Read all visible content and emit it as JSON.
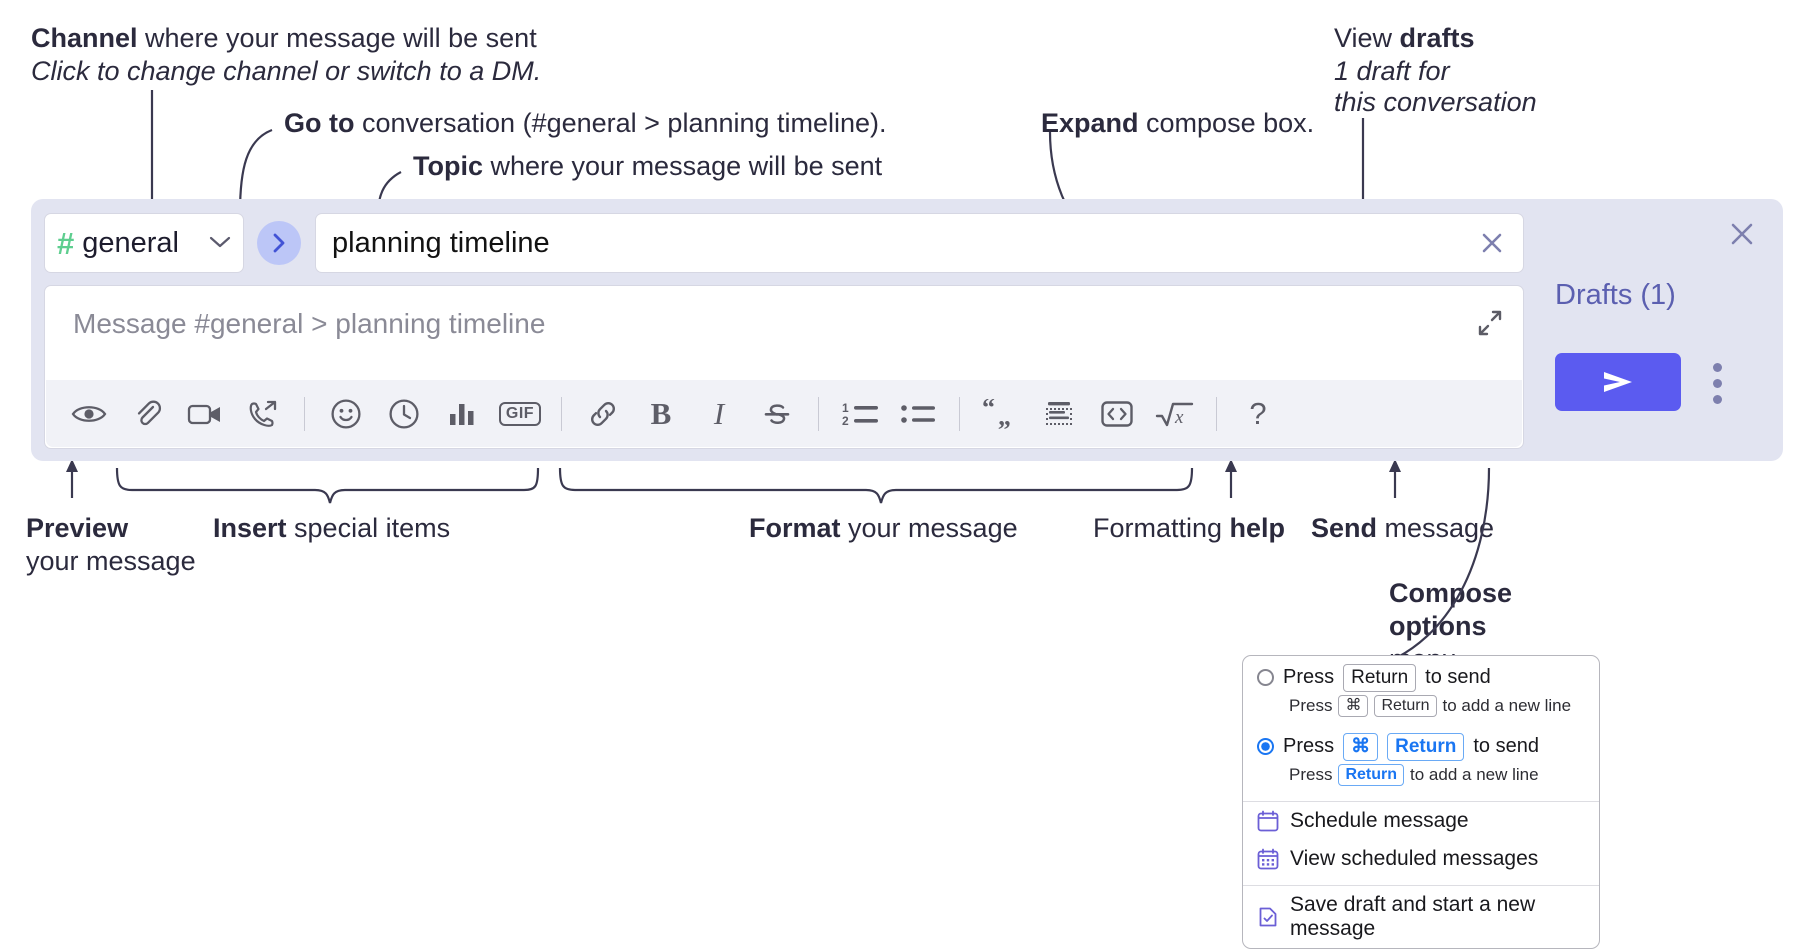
{
  "annotations": {
    "channel": {
      "line1_bold": "Channel",
      "line1_rest": " where your message will be sent",
      "line2_italic": "Click to change channel or switch to a DM."
    },
    "goto": {
      "bold": "Go to",
      "rest": " conversation (#general > planning timeline)."
    },
    "topic": {
      "bold": "Topic",
      "rest": " where your message will be sent"
    },
    "expand": {
      "bold": "Expand",
      "rest": " compose box."
    },
    "drafts": {
      "line1_plain": "View ",
      "line1_bold": "drafts",
      "line2_italic": "1 draft for",
      "line3_italic": "this conversation"
    },
    "preview": {
      "bold": "Preview",
      "rest": "your message"
    },
    "insert": {
      "bold": "Insert",
      "rest": " special items"
    },
    "format": {
      "bold": "Format",
      "rest": " your message"
    },
    "formatting_help": {
      "plain": "Formatting ",
      "bold": "help"
    },
    "send": {
      "bold": "Send",
      "rest": " message"
    },
    "compose_options": {
      "bold1": "Compose",
      "bold2": "options",
      "rest": "menu"
    }
  },
  "compose": {
    "channel_hash": "#",
    "channel_name": "general",
    "chevron_icon": "chevron-down-icon",
    "goto_icon": "chevron-right-icon",
    "topic_value": "planning timeline",
    "topic_clear_icon": "close-icon",
    "message_placeholder": "Message #general > planning timeline",
    "expand_icon": "expand-diagonal-icon",
    "toolbar": [
      {
        "name": "preview-icon",
        "label": "Preview"
      },
      {
        "name": "attachment-icon",
        "label": "Attach file"
      },
      {
        "name": "video-icon",
        "label": "Record video"
      },
      {
        "name": "call-forward-icon",
        "label": "Call"
      },
      {
        "name": "separator",
        "label": ""
      },
      {
        "name": "emoji-icon",
        "label": "Emoji"
      },
      {
        "name": "clock-icon",
        "label": "Reminder"
      },
      {
        "name": "poll-icon",
        "label": "Poll"
      },
      {
        "name": "gif-icon",
        "label": "GIF"
      },
      {
        "name": "separator",
        "label": ""
      },
      {
        "name": "link-icon",
        "label": "Link"
      },
      {
        "name": "bold-icon",
        "label": "B"
      },
      {
        "name": "italic-icon",
        "label": "I"
      },
      {
        "name": "strikethrough-icon",
        "label": "S"
      },
      {
        "name": "separator",
        "label": ""
      },
      {
        "name": "ordered-list-icon",
        "label": "Numbered list"
      },
      {
        "name": "bulleted-list-icon",
        "label": "Bulleted list"
      },
      {
        "name": "separator",
        "label": ""
      },
      {
        "name": "blockquote-icon",
        "label": "Quote"
      },
      {
        "name": "code-block-icon",
        "label": "Code block"
      },
      {
        "name": "inline-code-icon",
        "label": "Code"
      },
      {
        "name": "math-icon",
        "label": "Math"
      },
      {
        "name": "separator",
        "label": ""
      },
      {
        "name": "help-icon",
        "label": "?"
      }
    ]
  },
  "rail": {
    "close_icon": "close-icon",
    "drafts_label": "Drafts (1)",
    "send_icon": "send-arrow-icon",
    "kebab_icon": "kebab-menu-icon"
  },
  "menu": {
    "option1": {
      "selected": false,
      "press": "Press",
      "key": "Return",
      "tail": "to send",
      "sub_press": "Press",
      "sub_key1": "⌘",
      "sub_key2": "Return",
      "sub_tail": "to add a new line"
    },
    "option2": {
      "selected": true,
      "press": "Press",
      "key1": "⌘",
      "key2": "Return",
      "tail": "to send",
      "sub_press": "Press",
      "sub_key": "Return",
      "sub_tail": "to add a new line"
    },
    "items": [
      {
        "icon": "calendar-icon",
        "label": "Schedule message"
      },
      {
        "icon": "calendar-grid-icon",
        "label": "View scheduled messages"
      },
      {
        "icon": "save-draft-icon",
        "label": "Save draft and start a new message"
      }
    ]
  },
  "colors": {
    "accent_send": "#5b5bf0",
    "compose_bg": "#e2e4f1",
    "hash_green": "#5ece8f",
    "goto_circle": "#bcc6f7",
    "drafts_text": "#5b5fb0",
    "radio_blue": "#1a76f2",
    "annotation_text": "#2b2a3d"
  }
}
